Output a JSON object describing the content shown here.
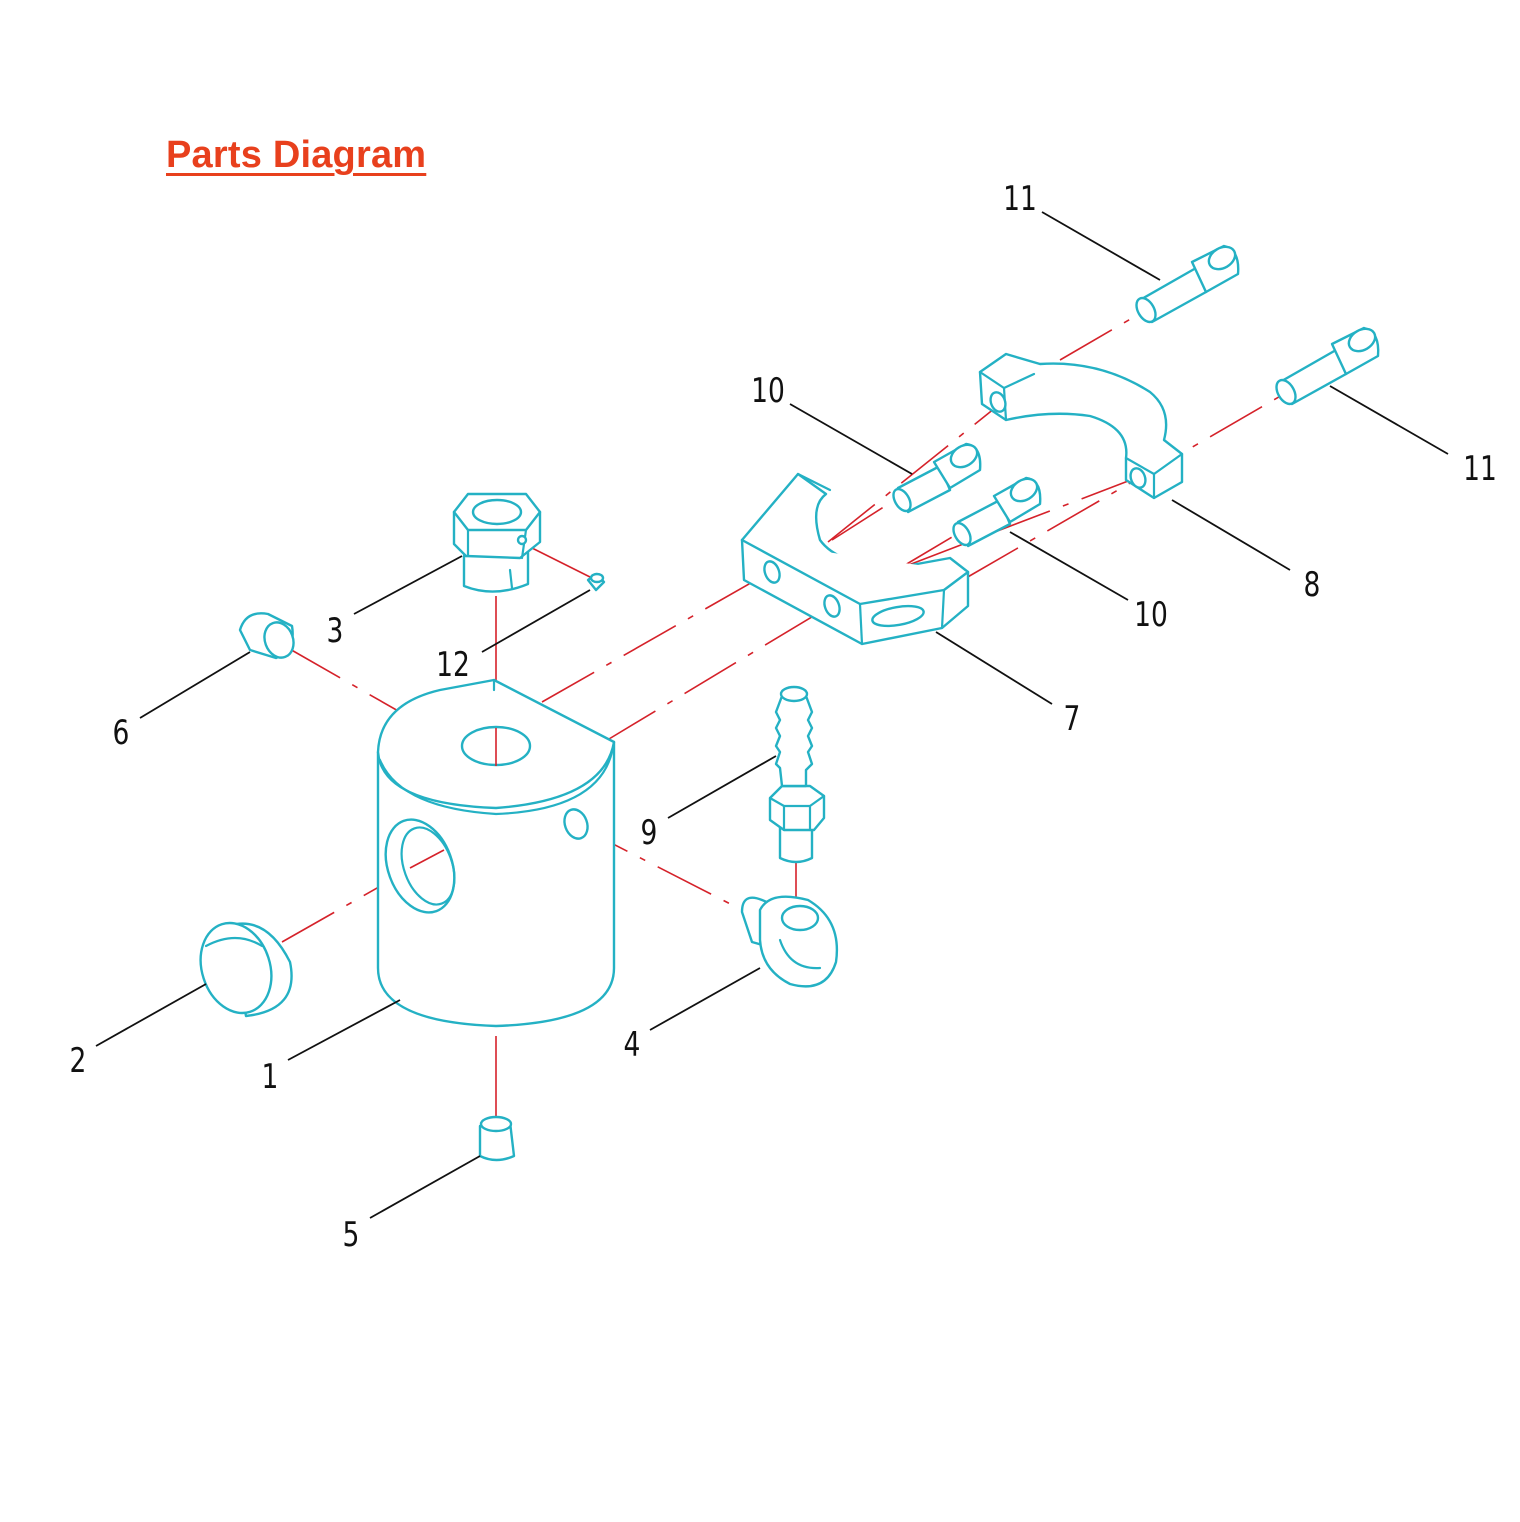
{
  "title": "Parts Diagram",
  "colors": {
    "title": "#e8401d",
    "part_outline": "#24b1c4",
    "center_line": "#d5222a",
    "leader_line": "#111111"
  },
  "callouts": [
    "1",
    "2",
    "3",
    "4",
    "5",
    "6",
    "7",
    "8",
    "9",
    "10",
    "10",
    "11",
    "11",
    "12"
  ]
}
